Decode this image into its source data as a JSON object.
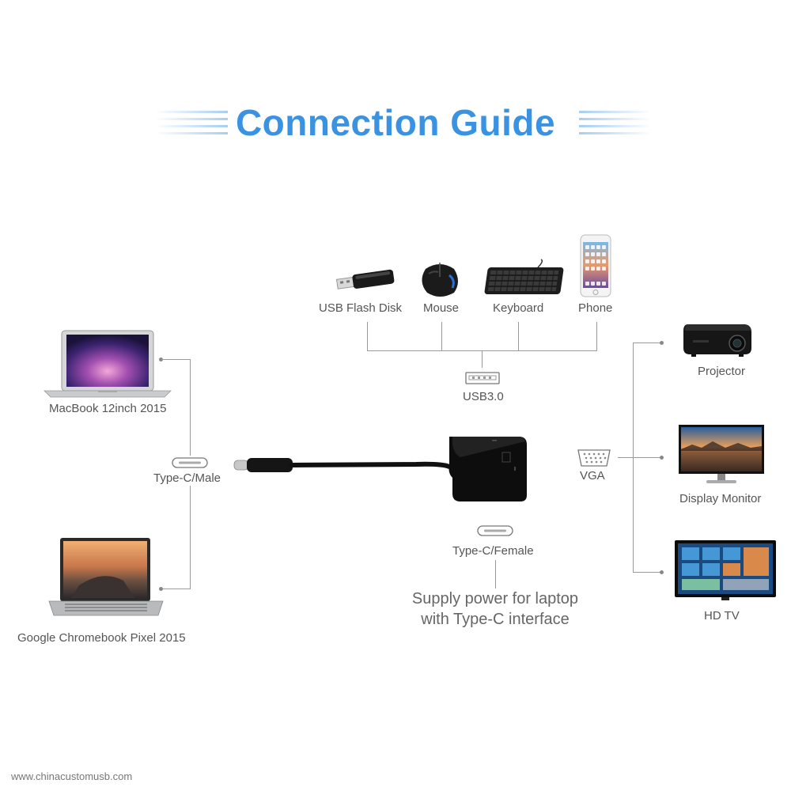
{
  "title": "Connection Guide",
  "usb_devices": [
    {
      "label": "USB Flash Disk",
      "icon": "usb-flash-disk-icon"
    },
    {
      "label": "Mouse",
      "icon": "mouse-icon"
    },
    {
      "label": "Keyboard",
      "icon": "keyboard-icon"
    },
    {
      "label": "Phone",
      "icon": "phone-icon"
    }
  ],
  "usb_port_label": "USB3.0",
  "laptops": [
    {
      "label": "MacBook 12inch 2015",
      "icon": "macbook-laptop-icon"
    },
    {
      "label": "Google Chromebook Pixel 2015",
      "icon": "chromebook-laptop-icon"
    }
  ],
  "type_c_male_label": "Type-C/Male",
  "type_c_female_label": "Type-C/Female",
  "supply_note": [
    "Supply power for laptop",
    "with Type-C interface"
  ],
  "vga_label": "VGA",
  "displays": [
    {
      "label": "Projector",
      "icon": "projector-icon"
    },
    {
      "label": "Display Monitor",
      "icon": "display-monitor-icon"
    },
    {
      "label": "HD TV",
      "icon": "hd-tv-icon"
    }
  ],
  "footer": "www.chinacustomusb.com",
  "colors": {
    "title": "#3a93e2",
    "text": "#555555",
    "line": "#9a9a9a",
    "adapter": "#111111"
  }
}
